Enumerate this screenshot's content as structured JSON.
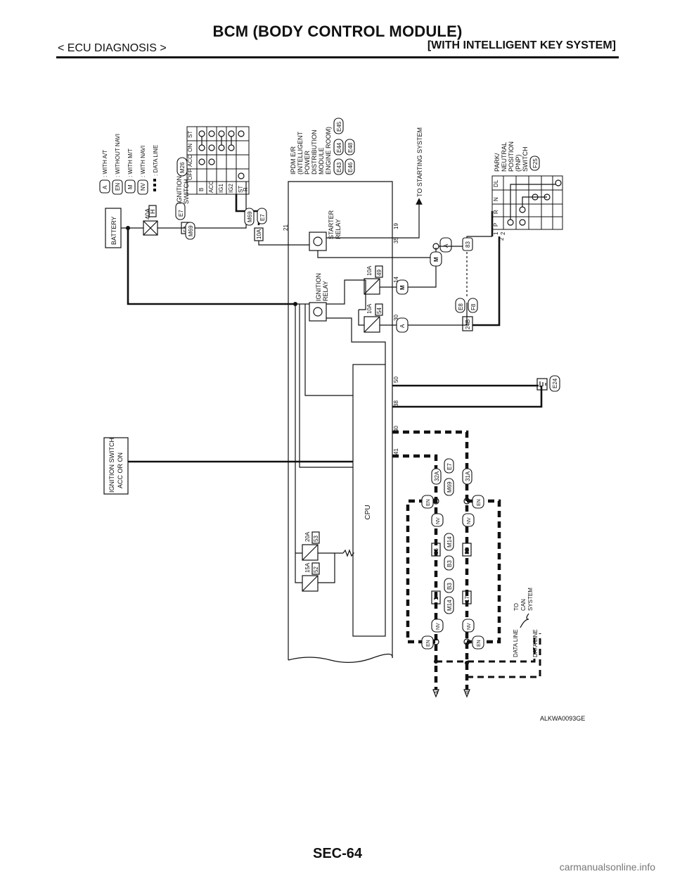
{
  "header": {
    "title": "BCM (BODY CONTROL MODULE)",
    "section": "< ECU DIAGNOSIS >",
    "subsystem": "[WITH INTELLIGENT KEY SYSTEM]"
  },
  "legend": [
    {
      "code": "A",
      "text": ": WITH A/T"
    },
    {
      "code": "EN",
      "text": ": WITHOUT NAVI"
    },
    {
      "code": "M",
      "text": ": WITH M/T"
    },
    {
      "code": "NV",
      "text": ": WITH NAVI"
    },
    {
      "code": "",
      "text": ": DATA LINE"
    }
  ],
  "components": {
    "battery": "BATTERY",
    "ignition_switch": [
      "IGNITION",
      "SWITCH"
    ],
    "ignition_switch_connector": "M26",
    "ipdm": [
      "IPDM E/R",
      "(INTELLIGENT",
      "POWER",
      "DISTRIBUTION",
      "MODULE",
      "ENGINE ROOM)"
    ],
    "ipdm_connectors": [
      "E43",
      "E44",
      "E45",
      "E46",
      "E48"
    ],
    "starter_relay": [
      "STARTER",
      "RELAY"
    ],
    "ignition_relay": [
      "IGNITION",
      "RELAY"
    ],
    "cpu": "CPU",
    "to_starting_system": "TO STARTING SYSTEM",
    "pnp_switch": [
      "PARK/",
      "NEUTRAL",
      "POSITION",
      "(PNP)",
      "SWITCH"
    ],
    "pnp_connector": "F25",
    "ign_switch_acc_on": [
      "IGNITION SWITCH",
      "ACC OR ON"
    ],
    "to_can_system": [
      "TO",
      "CAN",
      "SYSTEM"
    ],
    "data_line_1": "DATA LINE",
    "data_line_2": "DATA LINE",
    "ground_connector": "E24",
    "ref_A": "A",
    "ref_B": "B"
  },
  "ignition_table": {
    "columns": [
      "OFF",
      "ACC",
      "ON",
      "ST"
    ],
    "rows": [
      "B",
      "ACC",
      "IG1",
      "IG2",
      "ST",
      "R"
    ]
  },
  "pnp_table": {
    "columns": [
      "P",
      "R",
      "N",
      "D",
      "L"
    ],
    "rows": [
      "1",
      "2"
    ]
  },
  "fuses": {
    "f40": [
      "40A",
      "H"
    ],
    "f10_49": [
      "10A",
      "49"
    ],
    "f10_54": [
      "10A",
      "54"
    ],
    "f15": [
      "15A",
      "52"
    ],
    "f20": [
      "20A",
      "53"
    ]
  },
  "connectors": {
    "e7a": "E7",
    "m69a": "M69",
    "c5a": "5A",
    "m69b": "M69",
    "e7b": "E7",
    "c10a": "10A",
    "e7c": "E7",
    "m69c": "M69",
    "c32a": "32A",
    "c31a": "31A",
    "c83": "83",
    "e8": "E8",
    "f8": "F8",
    "c24b": "24B",
    "m14a": "M14",
    "b3a": "B3",
    "b3b": "B3",
    "m14b": "M14"
  },
  "terminals": {
    "t21": "21",
    "t19": "19",
    "t35": "35",
    "t14": "14",
    "t30": "30",
    "t50": "50",
    "t38": "38",
    "t40": "40",
    "t41": "41",
    "t16": "16",
    "t32": "32",
    "t1": "1",
    "t17": "17",
    "t2": "2"
  },
  "ref_code": "ALKWA0093GE",
  "page_number": "SEC-64",
  "watermark": "carmanualsonline.info"
}
